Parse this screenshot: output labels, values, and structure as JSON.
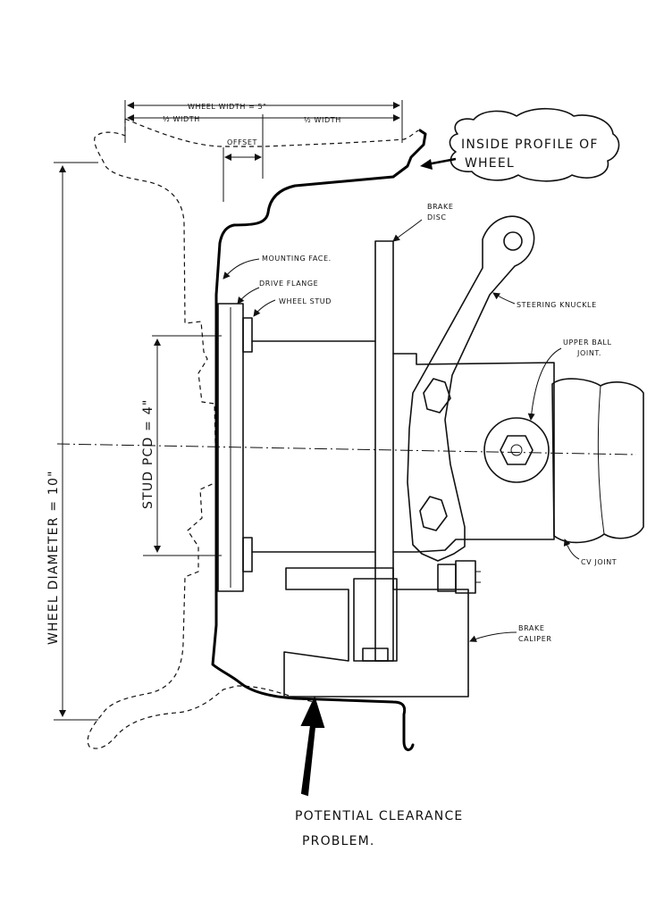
{
  "labels": {
    "wheel_width": "WHEEL WIDTH = 5\"",
    "half_width_left": "½ WIDTH",
    "half_width_right": "½ WIDTH",
    "offset": "OFFSET",
    "inside_profile_line1": "INSIDE PROFILE OF",
    "inside_profile_line2": "WHEEL",
    "brake_disc_line1": "BRAKE",
    "brake_disc_line2": "DISC",
    "mounting_face": "MOUNTING FACE.",
    "drive_flange": "DRIVE FLANGE",
    "wheel_stud": "WHEEL STUD",
    "steering_knuckle": "STEERING KNUCKLE",
    "upper_ball_joint_line1": "UPPER BALL",
    "upper_ball_joint_line2": "JOINT.",
    "stud_pcd": "STUD PCD = 4\"",
    "wheel_diameter": "WHEEL DIAMETER = 10\"",
    "cv_joint": "CV JOINT",
    "brake_caliper_line1": "BRAKE",
    "brake_caliper_line2": "CALIPER",
    "clearance_line1": "POTENTIAL CLEARANCE",
    "clearance_line2": "PROBLEM."
  }
}
